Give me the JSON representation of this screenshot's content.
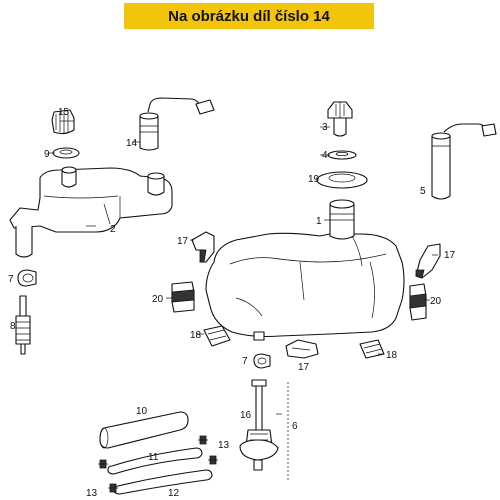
{
  "banner": {
    "title": "Na obrázku díl číslo 14",
    "color": "#f2c40c"
  },
  "callouts": {
    "c1": "1",
    "c2": "2",
    "c3": "3",
    "c4": "4",
    "c5": "5",
    "c6": "6",
    "c7a": "7",
    "c7b": "7",
    "c8": "8",
    "c9": "9",
    "c10": "10",
    "c11": "11",
    "c12": "12",
    "c13a": "13",
    "c13b": "13",
    "c14": "14",
    "c15": "15",
    "c16": "16",
    "c17a": "17",
    "c17b": "17",
    "c17c": "17",
    "c18a": "18",
    "c18b": "18",
    "c19": "19",
    "c20a": "20",
    "c20b": "20"
  }
}
